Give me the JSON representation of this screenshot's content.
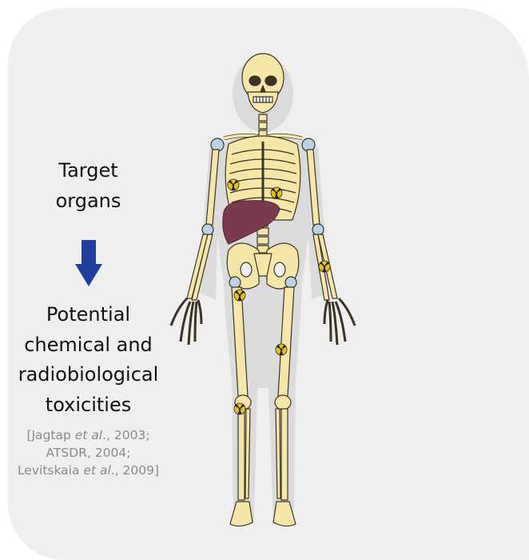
{
  "target_heading": {
    "line1": "Target",
    "line2": "organs"
  },
  "arrow": {
    "icon": "down-arrow-icon",
    "color": "#1f3f9e"
  },
  "effects_heading": {
    "line1": "Potential",
    "line2": "chemical and",
    "line3": "radiobiological",
    "line4": "toxicities"
  },
  "references": {
    "ref1_pre": "[Jagtap ",
    "ref1_em": "et al",
    "ref1_post": "., 2003;",
    "ref2": "ATSDR, 2004;",
    "ref3_pre": "Levitskaia ",
    "ref3_em": "et al",
    "ref3_post": "., 2009]"
  },
  "colors": {
    "bone": "#f6e6a8",
    "bone_outline": "#3b3423",
    "joint": "#b8d2e8",
    "liver": "#7a3b50",
    "panel": "#efefef",
    "radiation_marker": "#e8c21a"
  },
  "illustration": {
    "icon": "human-skeleton-icon"
  }
}
